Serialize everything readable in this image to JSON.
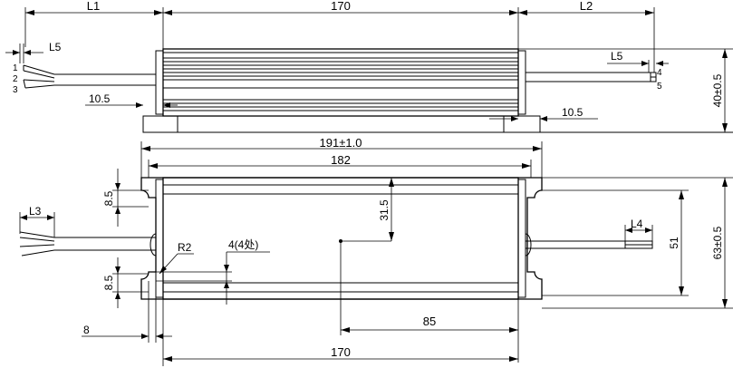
{
  "drawing": {
    "top_view": {
      "dims": {
        "l1": "L1",
        "length": "170",
        "l2": "L2",
        "l5_left": "L5",
        "l5_right": "L5",
        "mount_left": "10.5",
        "mount_right": "10.5",
        "height": "40±0.5"
      },
      "wire_labels_left": [
        "1",
        "2",
        "3"
      ],
      "wire_labels_right": [
        "4",
        "5"
      ]
    },
    "bottom_view": {
      "dims": {
        "overall": "191±1.0",
        "body": "182",
        "hole_top": "8.5",
        "hole_bottom": "8.5",
        "offset": "31.5",
        "hole_dia": "4(4处)",
        "radius": "R2",
        "l3": "L3",
        "l4": "L4",
        "inner_height": "51",
        "height": "63±0.5",
        "center": "85",
        "edge": "8",
        "length": "170"
      }
    }
  }
}
